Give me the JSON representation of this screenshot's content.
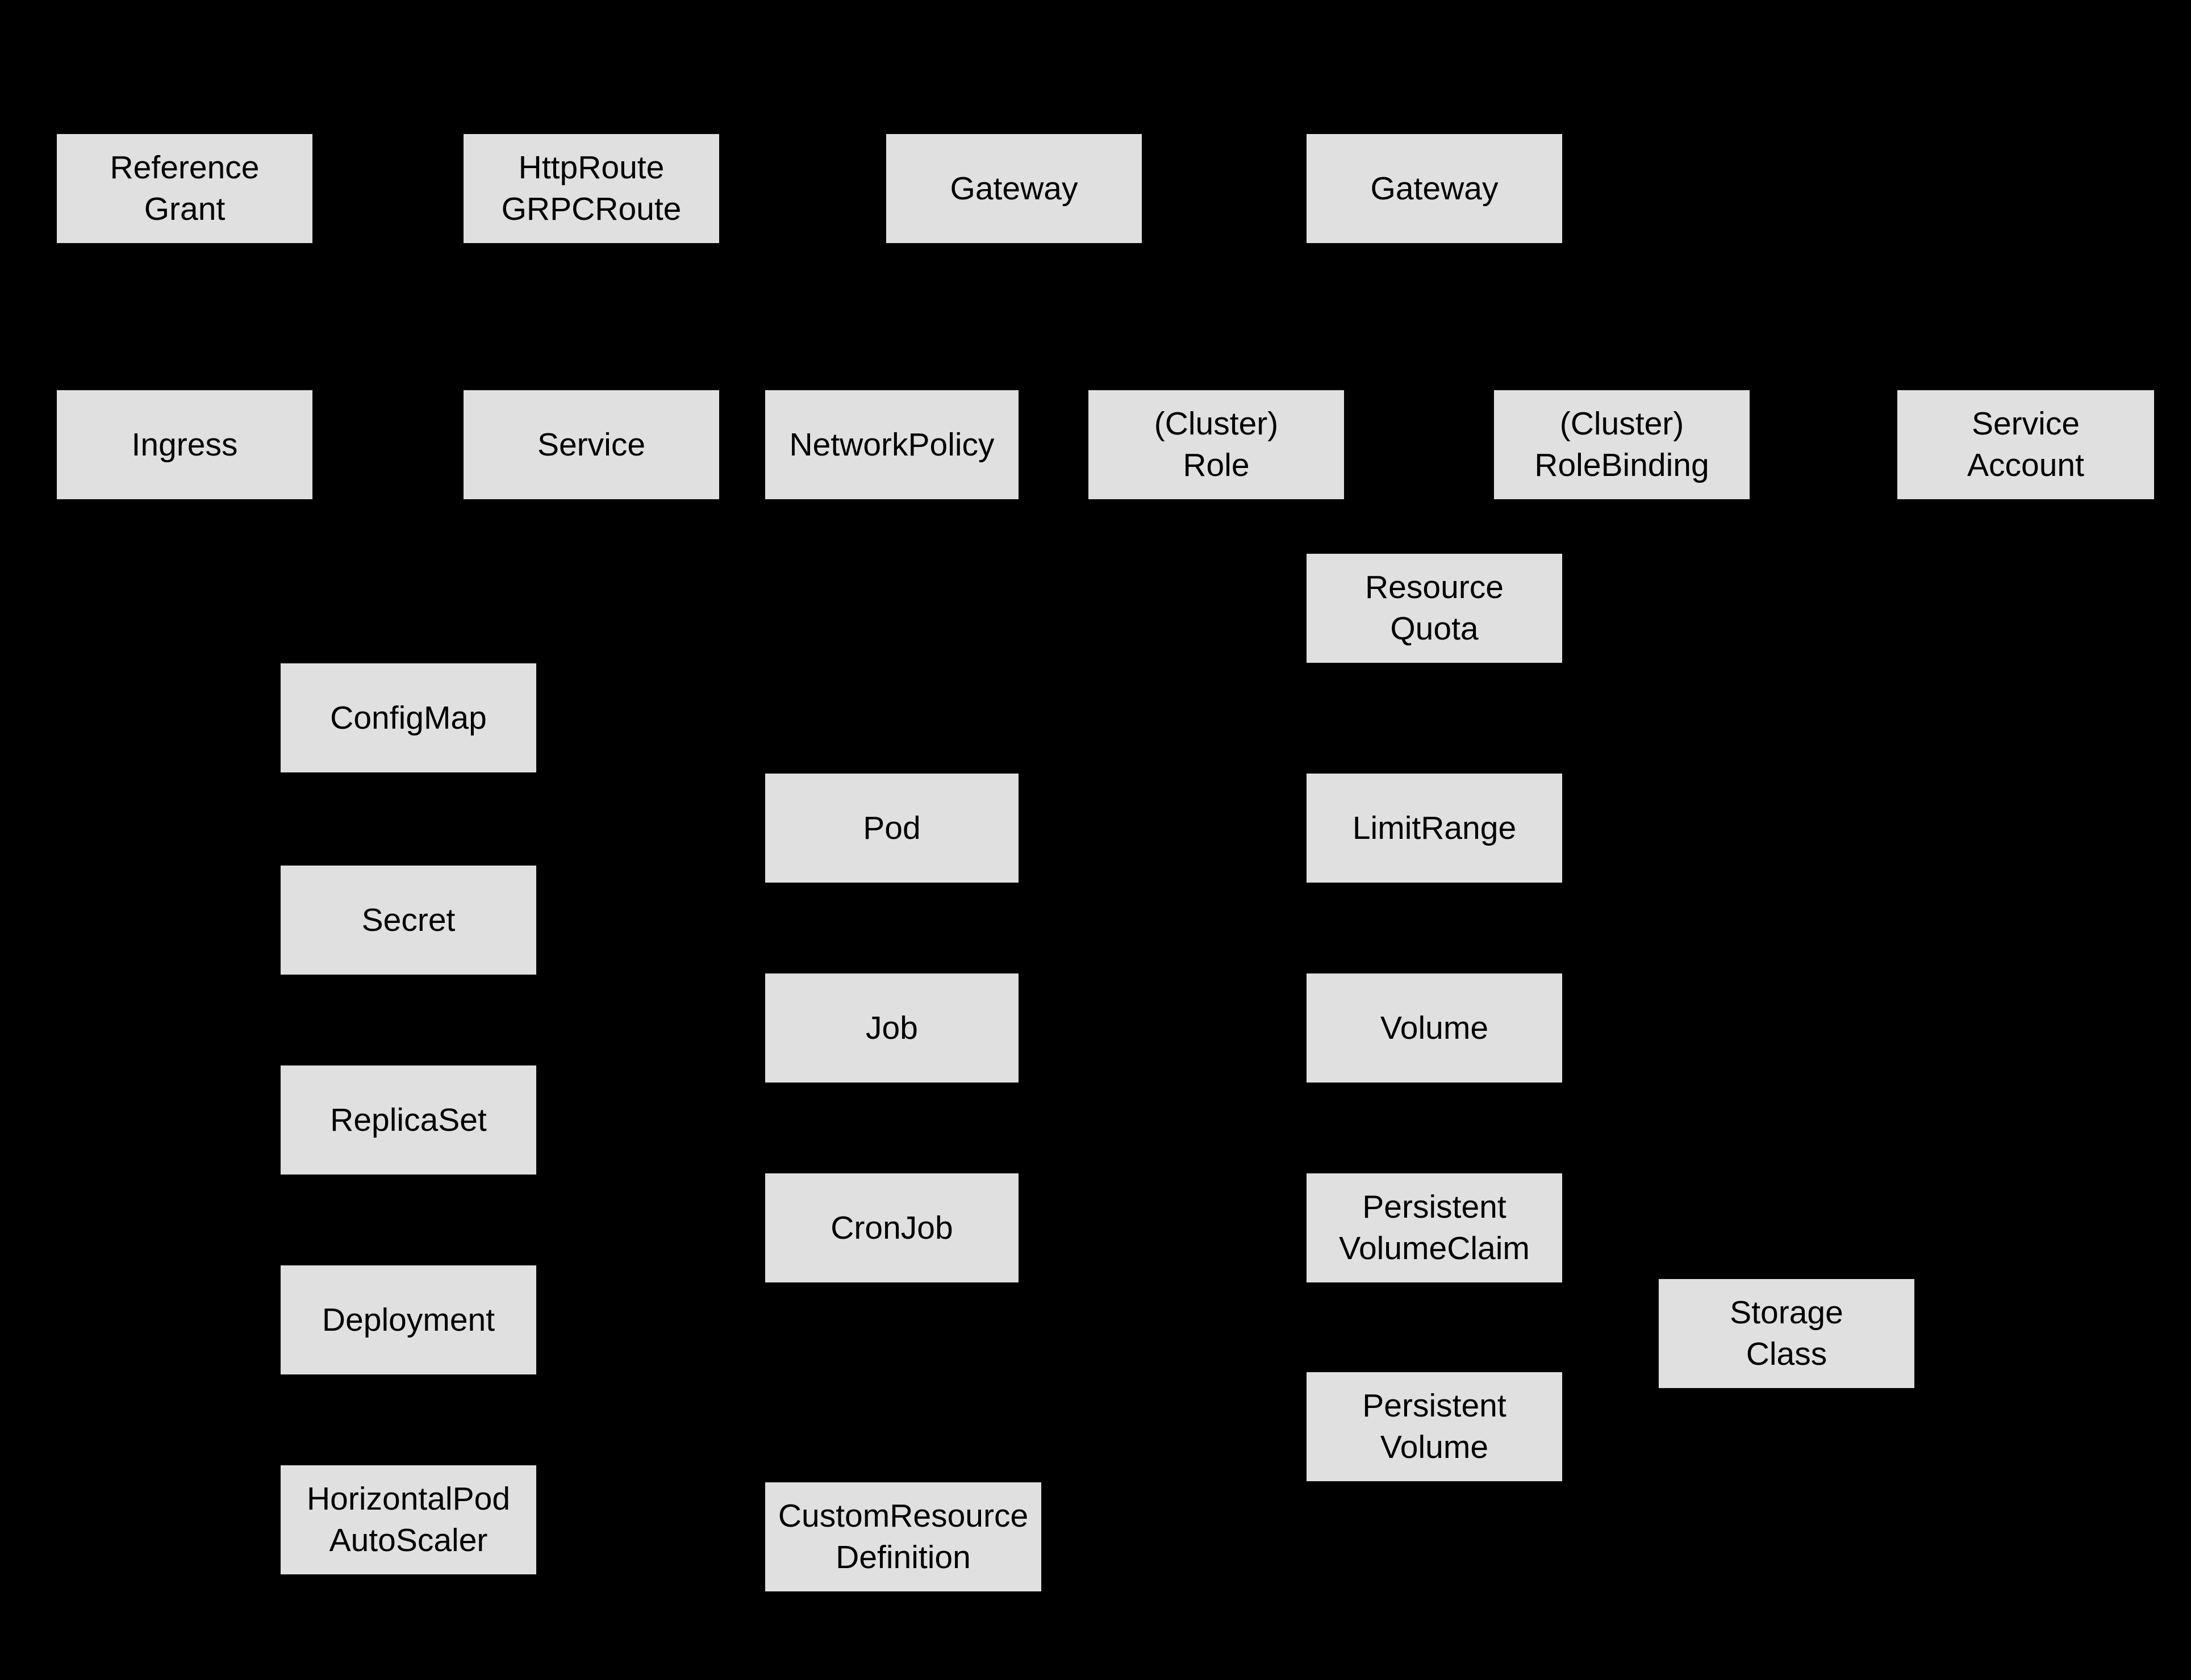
{
  "diagram": {
    "kind": "kubernetes-resources-diagram",
    "background_color": "#000000",
    "node_fill_color": "#e0e0e0",
    "node_text_color": "#000000",
    "nodes": [
      {
        "id": "reference-grant",
        "label": "Reference\nGrant"
      },
      {
        "id": "httproute-grpcroute",
        "label": "HttpRoute\nGRPCRoute"
      },
      {
        "id": "gateway-1",
        "label": "Gateway"
      },
      {
        "id": "gateway-2",
        "label": "Gateway"
      },
      {
        "id": "ingress",
        "label": "Ingress"
      },
      {
        "id": "service",
        "label": "Service"
      },
      {
        "id": "networkpolicy",
        "label": "NetworkPolicy"
      },
      {
        "id": "cluster-role",
        "label": "(Cluster)\nRole"
      },
      {
        "id": "cluster-rolebinding",
        "label": "(Cluster)\nRoleBinding"
      },
      {
        "id": "service-account",
        "label": "Service\nAccount"
      },
      {
        "id": "resource-quota",
        "label": "Resource\nQuota"
      },
      {
        "id": "configmap",
        "label": "ConfigMap"
      },
      {
        "id": "pod",
        "label": "Pod"
      },
      {
        "id": "limitrange",
        "label": "LimitRange"
      },
      {
        "id": "secret",
        "label": "Secret"
      },
      {
        "id": "job",
        "label": "Job"
      },
      {
        "id": "volume",
        "label": "Volume"
      },
      {
        "id": "replicaset",
        "label": "ReplicaSet"
      },
      {
        "id": "cronjob",
        "label": "CronJob"
      },
      {
        "id": "persistent-volumeclaim",
        "label": "Persistent\nVolumeClaim"
      },
      {
        "id": "deployment",
        "label": "Deployment"
      },
      {
        "id": "storage-class",
        "label": "Storage\nClass"
      },
      {
        "id": "persistent-volume",
        "label": "Persistent\nVolume"
      },
      {
        "id": "horizontalpod-autoscaler",
        "label": "HorizontalPod\nAutoScaler"
      },
      {
        "id": "customresource-definition",
        "label": "CustomResource\nDefinition"
      }
    ]
  }
}
